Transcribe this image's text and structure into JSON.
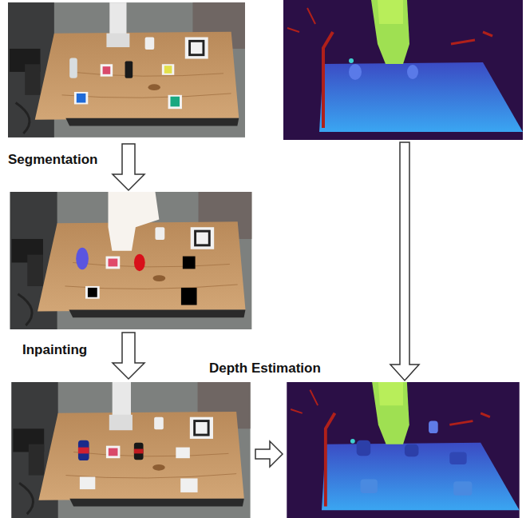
{
  "diagram": {
    "labels": [
      "Segmentation",
      "Inpainting",
      "Depth Estimation"
    ]
  }
}
